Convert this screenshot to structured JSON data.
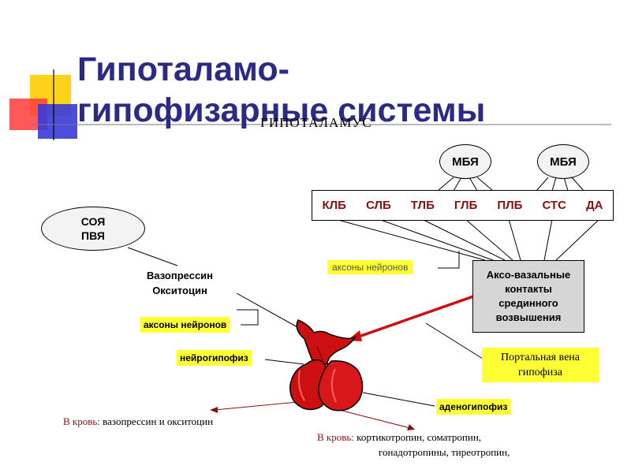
{
  "title": {
    "line1": "Гипоталамо-",
    "line2": "гипофизарные системы"
  },
  "hypothalamus_label": "ГИПОТАЛАМУС",
  "ovals": {
    "mbya_1": "МБЯ",
    "mbya_2": "МБЯ",
    "soya_1": "СОЯ",
    "soya_2": "ПВЯ"
  },
  "nuclei": [
    "КЛБ",
    "СЛБ",
    "ТЛБ",
    "ГЛБ",
    "ПЛБ",
    "СТС",
    "ДА"
  ],
  "labels": {
    "axons_top": "аксоны нейронов",
    "axons_left": "аксоны нейронов",
    "neurohypophysis": "нейрогипофиз",
    "adenohypophysis": "аденогипофиз",
    "portal_vein": "Портальная вена гипофиза"
  },
  "akso_box": {
    "line1": "Аксо-вазальные",
    "line2": "контакты",
    "line3": "срединного",
    "line4": "возвышения"
  },
  "hormones": {
    "line1": "Вазопрессин",
    "line2": "Окситоцин"
  },
  "blood_left": {
    "prefix": "В кровь:",
    "text": "вазопрессин и окситоцин"
  },
  "blood_right": {
    "prefix": "В кровь:",
    "line1": "кортикотропин, соматропин,",
    "line2": "гонадотропины, тиреотропин,"
  },
  "colors": {
    "title": "#2b2b85",
    "highlight": "#ffff33",
    "gland": "#cc1010",
    "arrow": "#cc1010",
    "nuclei_text": "#8a1010"
  }
}
